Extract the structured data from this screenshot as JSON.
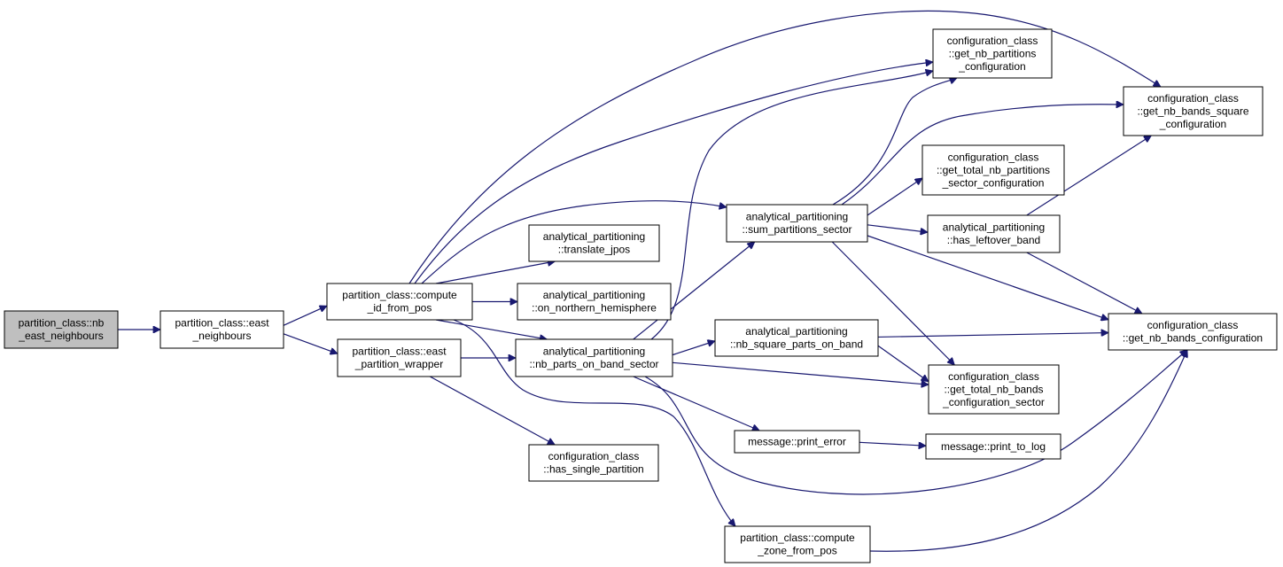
{
  "colors": {
    "edge": "#191970",
    "root_fill": "#bfbfbf",
    "node_fill": "#ffffff",
    "border": "#000000"
  },
  "nodes": [
    {
      "id": "nb_east_neighbours",
      "root": true,
      "lines": [
        "partition_class::nb",
        "_east_neighbours"
      ]
    },
    {
      "id": "east_neighbours",
      "lines": [
        "partition_class::east",
        "_neighbours"
      ]
    },
    {
      "id": "compute_id_from_pos",
      "lines": [
        "partition_class::compute",
        "_id_from_pos"
      ]
    },
    {
      "id": "east_partition_wrapper",
      "lines": [
        "partition_class::east",
        "_partition_wrapper"
      ]
    },
    {
      "id": "translate_jpos",
      "lines": [
        "analytical_partitioning",
        "::translate_jpos"
      ]
    },
    {
      "id": "on_northern_hemisphere",
      "lines": [
        "analytical_partitioning",
        "::on_northern_hemisphere"
      ]
    },
    {
      "id": "nb_parts_on_band_sector",
      "lines": [
        "analytical_partitioning",
        "::nb_parts_on_band_sector"
      ]
    },
    {
      "id": "has_single_partition",
      "lines": [
        "configuration_class",
        "::has_single_partition"
      ]
    },
    {
      "id": "sum_partitions_sector",
      "lines": [
        "analytical_partitioning",
        "::sum_partitions_sector"
      ]
    },
    {
      "id": "nb_square_parts_on_band",
      "lines": [
        "analytical_partitioning",
        "::nb_square_parts_on_band"
      ]
    },
    {
      "id": "print_error",
      "lines": [
        "message::print_error"
      ]
    },
    {
      "id": "compute_zone_from_pos",
      "lines": [
        "partition_class::compute",
        "_zone_from_pos"
      ]
    },
    {
      "id": "get_nb_partitions_configuration",
      "lines": [
        "configuration_class",
        "::get_nb_partitions",
        "_configuration"
      ]
    },
    {
      "id": "get_total_nb_partitions_sector_configuration",
      "lines": [
        "configuration_class",
        "::get_total_nb_partitions",
        "_sector_configuration"
      ]
    },
    {
      "id": "has_leftover_band",
      "lines": [
        "analytical_partitioning",
        "::has_leftover_band"
      ]
    },
    {
      "id": "get_total_nb_bands_configuration_sector",
      "lines": [
        "configuration_class",
        "::get_total_nb_bands",
        "_configuration_sector"
      ]
    },
    {
      "id": "print_to_log",
      "lines": [
        "message::print_to_log"
      ]
    },
    {
      "id": "get_nb_bands_square_configuration",
      "lines": [
        "configuration_class",
        "::get_nb_bands_square",
        "_configuration"
      ]
    },
    {
      "id": "get_nb_bands_configuration",
      "lines": [
        "configuration_class",
        "::get_nb_bands_configuration"
      ]
    }
  ],
  "edges": [
    [
      "nb_east_neighbours",
      "east_neighbours"
    ],
    [
      "east_neighbours",
      "compute_id_from_pos"
    ],
    [
      "east_neighbours",
      "east_partition_wrapper"
    ],
    [
      "compute_id_from_pos",
      "get_nb_partitions_configuration"
    ],
    [
      "compute_id_from_pos",
      "get_nb_bands_square_configuration"
    ],
    [
      "compute_id_from_pos",
      "sum_partitions_sector"
    ],
    [
      "compute_id_from_pos",
      "translate_jpos"
    ],
    [
      "compute_id_from_pos",
      "on_northern_hemisphere"
    ],
    [
      "compute_id_from_pos",
      "nb_parts_on_band_sector"
    ],
    [
      "compute_id_from_pos",
      "compute_zone_from_pos"
    ],
    [
      "east_partition_wrapper",
      "nb_parts_on_band_sector"
    ],
    [
      "east_partition_wrapper",
      "has_single_partition"
    ],
    [
      "nb_parts_on_band_sector",
      "get_nb_partitions_configuration"
    ],
    [
      "nb_parts_on_band_sector",
      "sum_partitions_sector"
    ],
    [
      "nb_parts_on_band_sector",
      "nb_square_parts_on_band"
    ],
    [
      "nb_parts_on_band_sector",
      "get_total_nb_bands_configuration_sector"
    ],
    [
      "nb_parts_on_band_sector",
      "print_error"
    ],
    [
      "nb_parts_on_band_sector",
      "get_nb_bands_configuration"
    ],
    [
      "sum_partitions_sector",
      "get_nb_partitions_configuration"
    ],
    [
      "sum_partitions_sector",
      "get_nb_bands_square_configuration"
    ],
    [
      "sum_partitions_sector",
      "get_total_nb_partitions_sector_configuration"
    ],
    [
      "sum_partitions_sector",
      "has_leftover_band"
    ],
    [
      "sum_partitions_sector",
      "get_nb_bands_configuration"
    ],
    [
      "sum_partitions_sector",
      "get_total_nb_bands_configuration_sector"
    ],
    [
      "nb_square_parts_on_band",
      "get_nb_bands_configuration"
    ],
    [
      "nb_square_parts_on_band",
      "get_total_nb_bands_configuration_sector"
    ],
    [
      "has_leftover_band",
      "get_nb_bands_square_configuration"
    ],
    [
      "has_leftover_band",
      "get_nb_bands_configuration"
    ],
    [
      "print_error",
      "print_to_log"
    ],
    [
      "compute_zone_from_pos",
      "get_nb_bands_configuration"
    ]
  ]
}
